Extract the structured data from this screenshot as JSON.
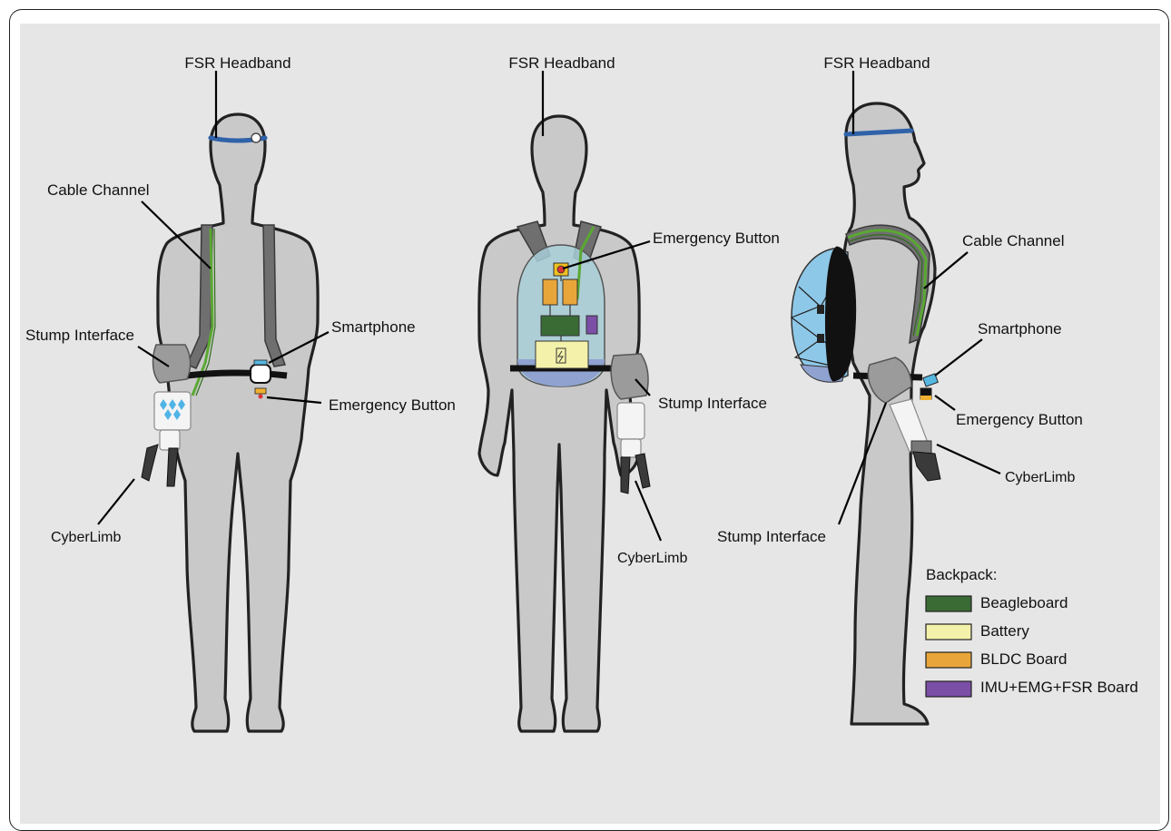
{
  "labels": {
    "front": {
      "fsr_headband": "FSR Headband",
      "cable_channel": "Cable Channel",
      "stump_interface": "Stump Interface",
      "smartphone": "Smartphone",
      "emergency_button": "Emergency Button",
      "cyberlimb": "CyberLimb"
    },
    "back": {
      "fsr_headband": "FSR Headband",
      "emergency_button": "Emergency Button",
      "stump_interface": "Stump Interface",
      "cyberlimb": "CyberLimb"
    },
    "side": {
      "fsr_headband": "FSR Headband",
      "cable_channel": "Cable Channel",
      "smartphone": "Smartphone",
      "emergency_button": "Emergency Button",
      "cyberlimb": "CyberLimb",
      "stump_interface": "Stump Interface"
    }
  },
  "legend": {
    "title": "Backpack:",
    "items": [
      {
        "label": "Beagleboard",
        "color": "#3a6b35"
      },
      {
        "label": "Battery",
        "color": "#f4f1aa"
      },
      {
        "label": "BLDC Board",
        "color": "#e8a63a"
      },
      {
        "label": "IMU+EMG+FSR Board",
        "color": "#7b4fa6"
      }
    ]
  },
  "colors": {
    "background": "#e6e6e6",
    "body": "#c9c9ca",
    "strap": "#6f6f70",
    "headband": "#2f62a8",
    "cable": "#5aa832",
    "backpack_shell": "#a9cfd8",
    "backpack_side": "#8ec8e8"
  }
}
